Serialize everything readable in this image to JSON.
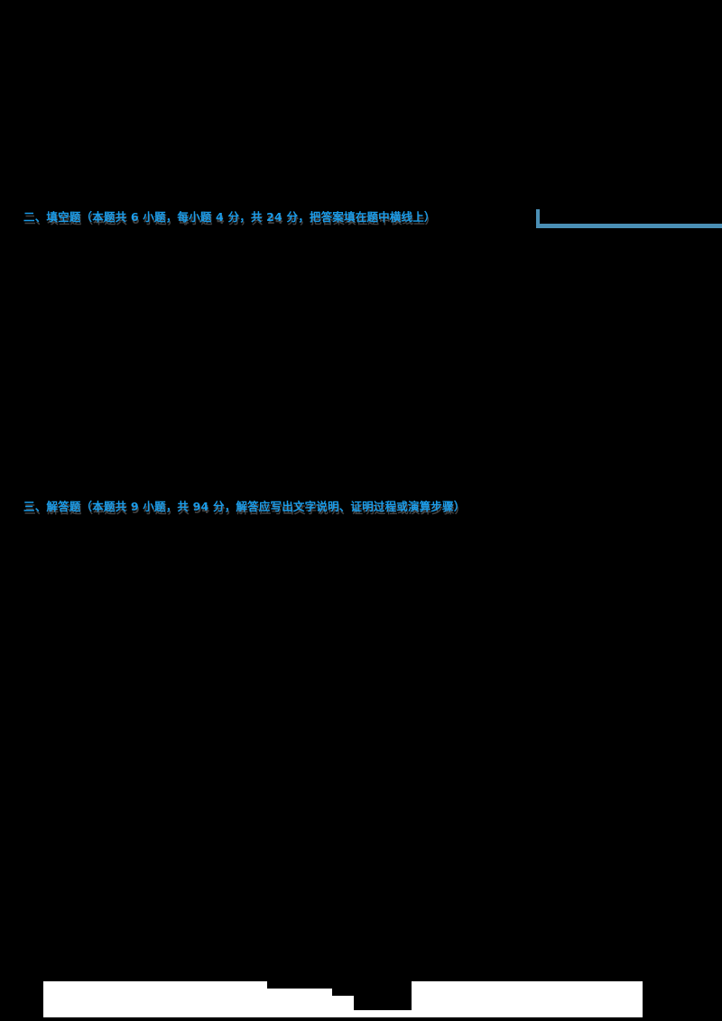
{
  "document": {
    "type": "exam-paper",
    "background_color": "#000000",
    "sections": [
      {
        "id": "fill-in-blank",
        "heading": "二、填空题（本题共 6 小题，每小题 4 分，共 24 分，把答案填在题中横线上）",
        "color": "#1a9be8",
        "rule_color": "#4a8fb5"
      },
      {
        "id": "answer-questions",
        "heading": "三、解答题（本题共 9 小题，共 94 分，解答应写出文字说明、证明过程或演算步骤）",
        "color": "#1a9be8"
      }
    ],
    "footer": {
      "block_color": "#ffffff"
    }
  }
}
